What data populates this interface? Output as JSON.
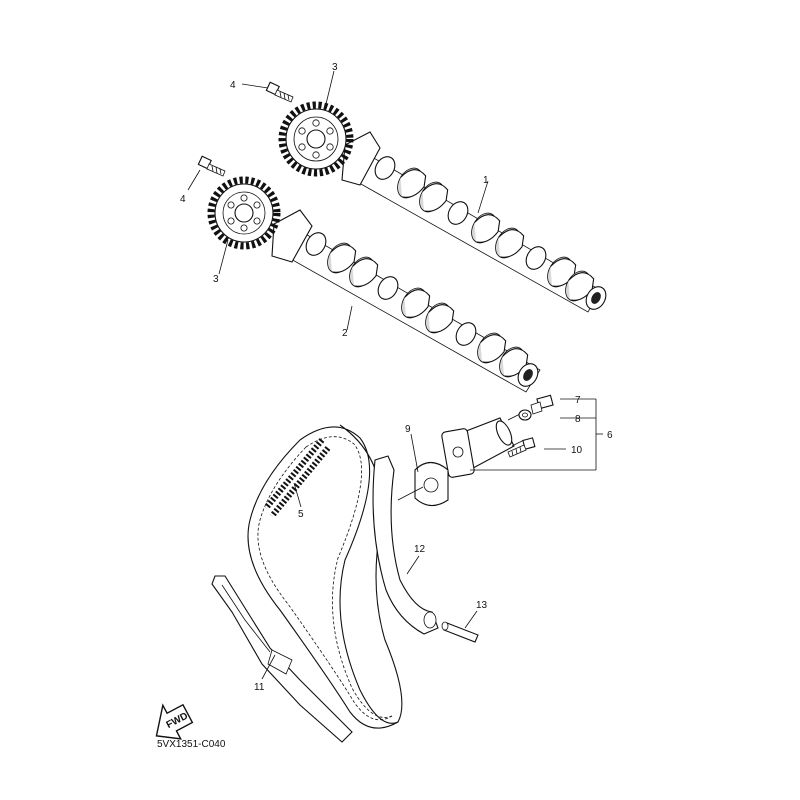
{
  "diagram": {
    "code": "5VX1351-C040",
    "fwd_label": "FWD",
    "callouts": [
      "1",
      "2",
      "3",
      "3",
      "4",
      "4",
      "5",
      "6",
      "7",
      "8",
      "9",
      "10",
      "11",
      "12",
      "13"
    ]
  },
  "colors": {
    "ink": "#111111",
    "paper": "#ffffff",
    "shade": "#d9d9d9"
  }
}
